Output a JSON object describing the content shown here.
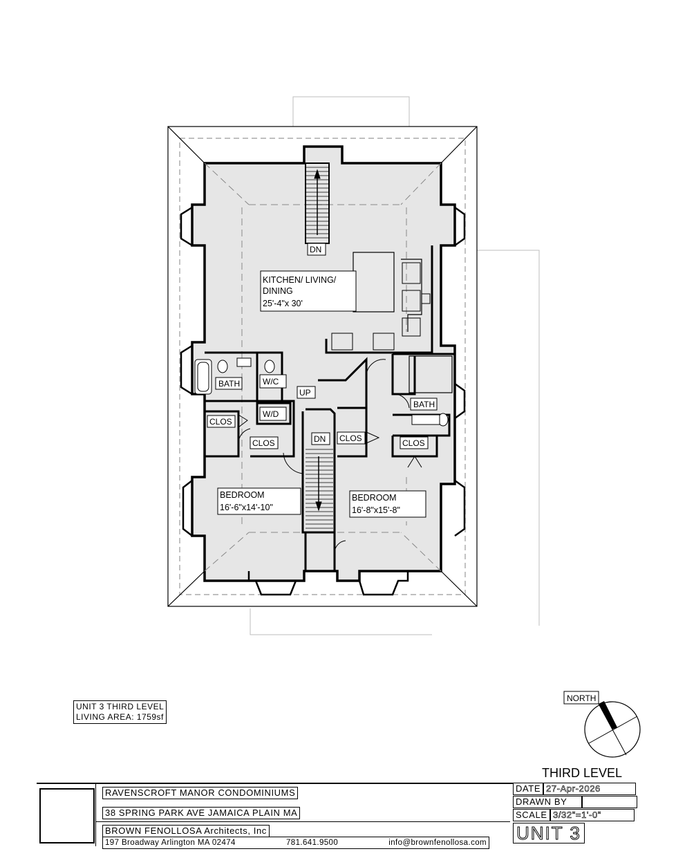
{
  "rooms": {
    "kitchen": {
      "line1": "KITCHEN/ LIVING/",
      "line2": "DINING",
      "size": "25'-4\"x 30'"
    },
    "bedroom_left": {
      "name": "BEDROOM",
      "size": "16'-6\"x14'-10\""
    },
    "bedroom_right": {
      "name": "BEDROOM",
      "size": "16'-8\"x15'-8\""
    }
  },
  "tags": {
    "dn_top": "DN",
    "dn_stair": "DN",
    "up": "UP",
    "bath_left": "BATH",
    "bath_right": "BATH",
    "wc": "W/C",
    "wd": "W/D",
    "clos_1": "CLOS",
    "clos_2": "CLOS",
    "clos_3": "CLOS",
    "clos_4": "CLOS"
  },
  "unit_note": {
    "line1": "UNIT 3 THIRD LEVEL",
    "line2": "LIVING AREA: 1759sf"
  },
  "north": {
    "label": "NORTH"
  },
  "title_block": {
    "sheet_title": "THIRD LEVEL",
    "project": "RAVENSCROFT MANOR CONDOMINIUMS",
    "address": "38 SPRING PARK AVE JAMAICA PLAIN MA",
    "firm": "BROWN FENOLLOSA Architects, Inc",
    "firm_address": "197 Broadway Arlington MA 02474",
    "phone": "781.641.9500",
    "email": "info@brownfenollosa.com",
    "date_label": "DATE",
    "date_value": "27-Apr-2026",
    "drawn_by_label": "DRAWN BY",
    "drawn_by_value": "",
    "scale_label": "SCALE",
    "scale_value": "3/32\"=1'-0\"",
    "unit": "UNIT 3"
  }
}
